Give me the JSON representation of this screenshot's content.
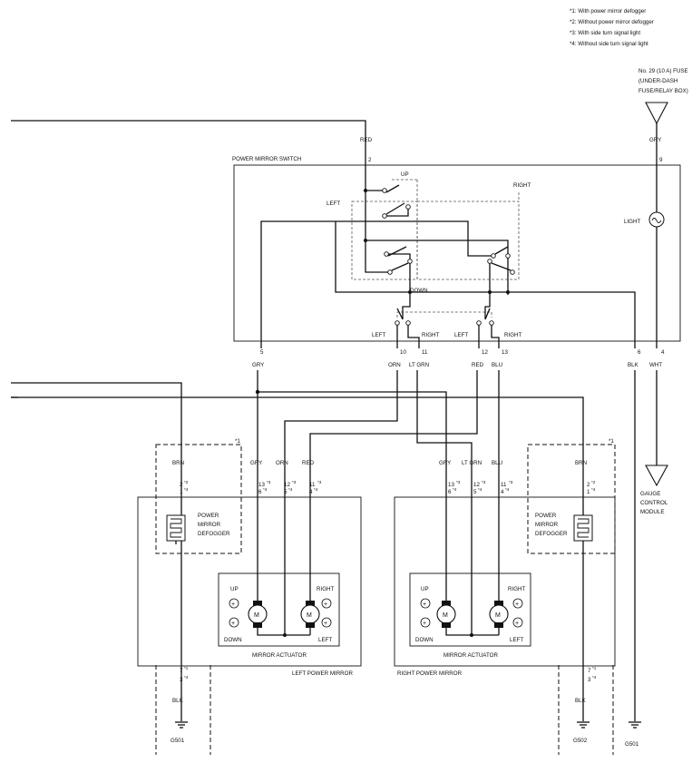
{
  "notes": [
    "*1: With power mirror defogger",
    "*2: Without power mirror defogger",
    "*3: With side turn signal light",
    "*4: Without side turn signal light"
  ],
  "fuse": {
    "line1": "No. 29 (10 A) FUSE",
    "line2": "(UNDER-DASH",
    "line3": "FUSE/RELAY BOX)"
  },
  "switch": {
    "title": "POWER MIRROR SWITCH",
    "up": "UP",
    "down": "DOWN",
    "left": "LEFT",
    "right": "RIGHT",
    "light": "LIGHT",
    "sel_left_1": "LEFT",
    "sel_right_1": "RIGHT",
    "sel_left_2": "LEFT",
    "sel_right_2": "RIGHT",
    "pins": {
      "p2": "2",
      "p9": "9",
      "p5": "5",
      "p10": "10",
      "p11": "11",
      "p12": "12",
      "p13": "13",
      "p6": "6",
      "p4": "4"
    }
  },
  "wires": {
    "red_top": "RED",
    "gry_top": "GRY",
    "gry5": "GRY",
    "orn10": "ORN",
    "ltgrn11": "LT GRN",
    "red12": "RED",
    "blu13": "BLU",
    "blk6": "BLK",
    "wht4": "WHT",
    "l_brn": "BRN",
    "l_gry": "GRY",
    "l_orn": "ORN",
    "l_red": "RED",
    "r_gry": "GRY",
    "r_ltgrn": "LT GRN",
    "r_blu": "BLU",
    "r_brn": "BRN",
    "l_blk": "BLK",
    "r_blk": "BLK"
  },
  "gauge": {
    "line1": "GAUGE",
    "line2": "CONTROL",
    "line3": "MODULE"
  },
  "left_mirror": {
    "defog1": "POWER",
    "defog2": "MIRROR",
    "defog3": "DEFOGGER",
    "up": "UP",
    "down": "DOWN",
    "right": "RIGHT",
    "left": "LEFT",
    "motor": "M",
    "actuator": "MIRROR ACTUATOR",
    "title": "LEFT POWER MIRROR",
    "ground": "G501"
  },
  "right_mirror": {
    "defog1": "POWER",
    "defog2": "MIRROR",
    "defog3": "DEFOGGER",
    "up": "UP",
    "down": "DOWN",
    "right": "RIGHT",
    "left": "LEFT",
    "motor": "M",
    "actuator": "MIRROR ACTUATOR",
    "title": "RIGHT POWER MIRROR",
    "ground": "G502"
  },
  "ground_switch": "G501",
  "option_tags": {
    "o1": "*1",
    "o2": "*1"
  },
  "conn": {
    "lbrn_a": "2",
    "lbrn_a_s": "*2",
    "lbrn_b": "1",
    "lbrn_b_s": "*4",
    "lgry_a": "13",
    "lgry_a_s": "*3",
    "lgry_b": "6",
    "lgry_b_s": "*4",
    "lorn_a": "12",
    "lorn_a_s": "*3",
    "lorn_b": "5",
    "lorn_b_s": "*4",
    "lred_a": "11",
    "lred_a_s": "*3",
    "lred_b": "4",
    "lred_b_s": "*4",
    "rgry_a": "13",
    "rgry_a_s": "*3",
    "rgry_b": "6",
    "rgry_b_s": "*4",
    "rlt_a": "12",
    "rlt_a_s": "*3",
    "rlt_b": "5",
    "rlt_b_s": "*4",
    "rblu_a": "11",
    "rblu_a_s": "*3",
    "rblu_b": "4",
    "rblu_b_s": "*4",
    "rbrn_a": "2",
    "rbrn_a_s": "*2",
    "rbrn_b": "1",
    "rbrn_b_s": "*4",
    "lblk_a": "7",
    "lblk_a_s": "*1",
    "lblk_b": "3",
    "lblk_b_s": "*4",
    "rblk_a": "7",
    "rblk_a_s": "*1",
    "rblk_b": "3",
    "rblk_b_s": "*4"
  }
}
